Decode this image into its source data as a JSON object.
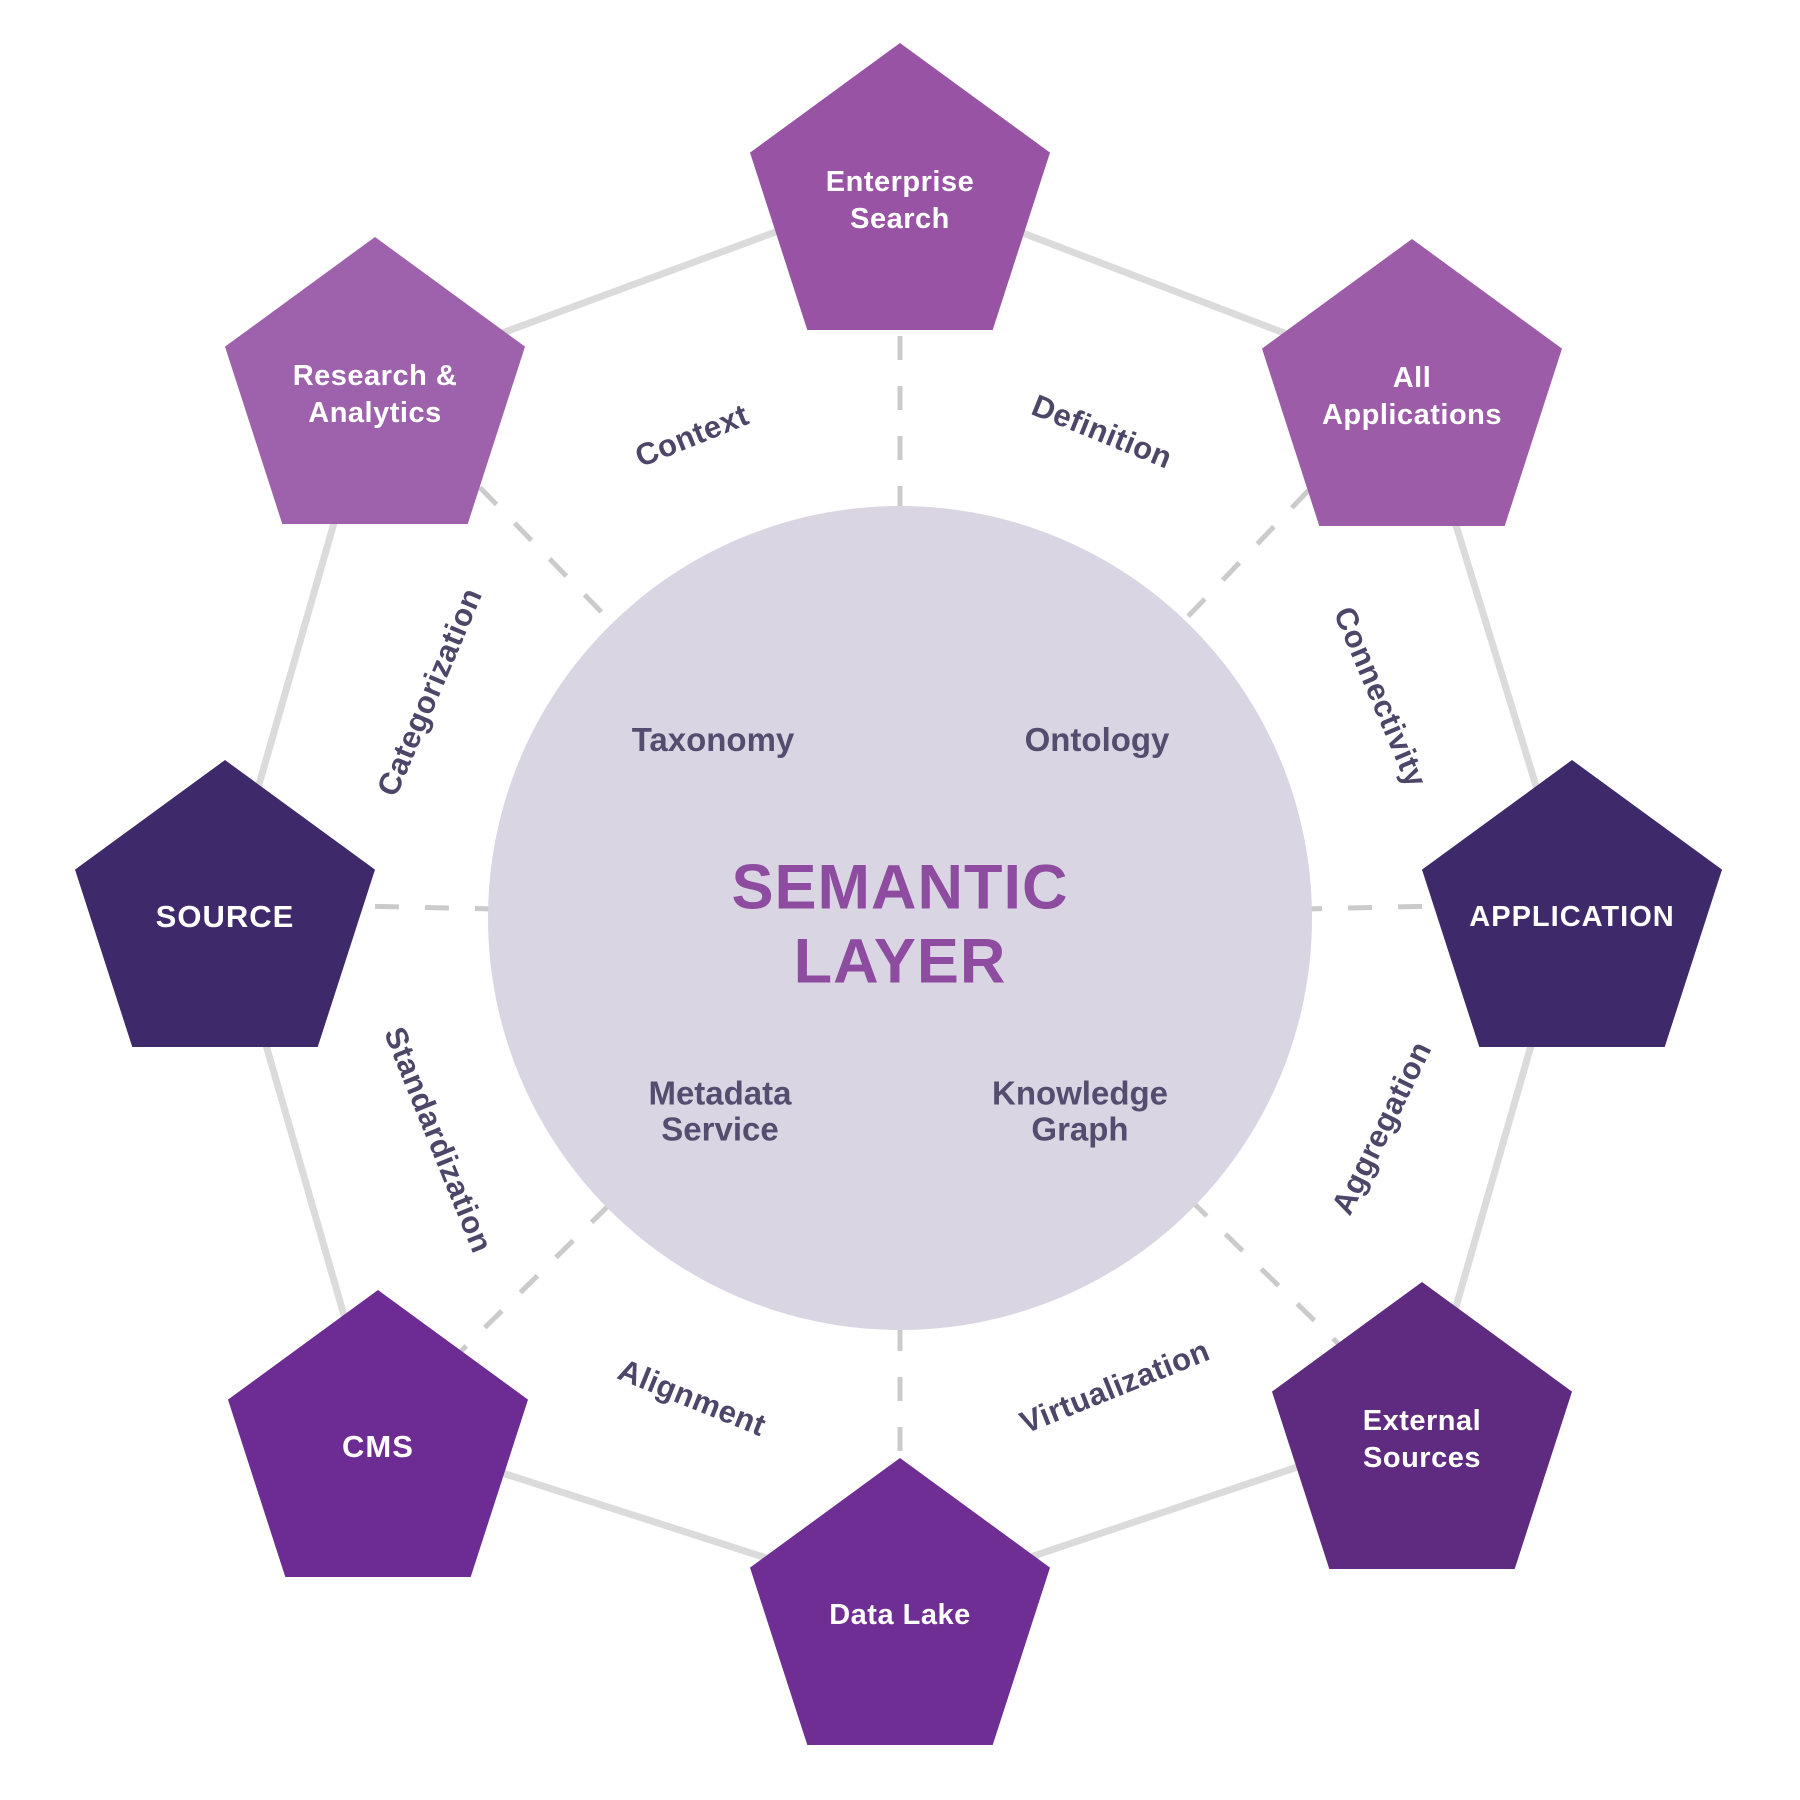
{
  "diagram": {
    "center_circle": {
      "title": "SEMANTIC LAYER",
      "title_color": "#8e4ca0",
      "fill": "#d9d5e2",
      "component_text_color": "#544d6f",
      "components": [
        {
          "id": "taxonomy",
          "label": "Taxonomy"
        },
        {
          "id": "ontology",
          "label": "Ontology"
        },
        {
          "id": "metadata-service",
          "label": "Metadata Service"
        },
        {
          "id": "knowledge-graph",
          "label": "Knowledge Graph"
        }
      ]
    },
    "pentagons": [
      {
        "id": "enterprise-search",
        "label": "Enterprise Search",
        "color": "#9853a4"
      },
      {
        "id": "research-analytics",
        "label": "Research & Analytics",
        "color": "#9d62ab"
      },
      {
        "id": "all-applications",
        "label": "All Applications",
        "color": "#9c5ca7"
      },
      {
        "id": "source",
        "label": "SOURCE",
        "color": "#3e2a6b"
      },
      {
        "id": "application",
        "label": "APPLICATION",
        "color": "#3e2a6b"
      },
      {
        "id": "cms",
        "label": "CMS",
        "color": "#6c2c93"
      },
      {
        "id": "external-sources",
        "label": "External Sources",
        "color": "#5f2b81"
      },
      {
        "id": "data-lake",
        "label": "Data Lake",
        "color": "#6f2e94"
      }
    ],
    "spoke_labels": [
      {
        "id": "context",
        "label": "Context"
      },
      {
        "id": "definition",
        "label": "Definition"
      },
      {
        "id": "connectivity",
        "label": "Connectivity"
      },
      {
        "id": "categorization",
        "label": "Categorization"
      },
      {
        "id": "aggregation",
        "label": "Aggregation"
      },
      {
        "id": "standardization",
        "label": "Standardization"
      },
      {
        "id": "alignment",
        "label": "Alignment"
      },
      {
        "id": "virtualization",
        "label": "Virtualization"
      }
    ],
    "colors": {
      "spoke_label_text": "#4d4668",
      "solid_edge_line": "#dbdbdb",
      "dashed_spoke_line": "#cbcbcb",
      "pentagon_text": "#ffffff",
      "background": "#ffffff"
    }
  }
}
